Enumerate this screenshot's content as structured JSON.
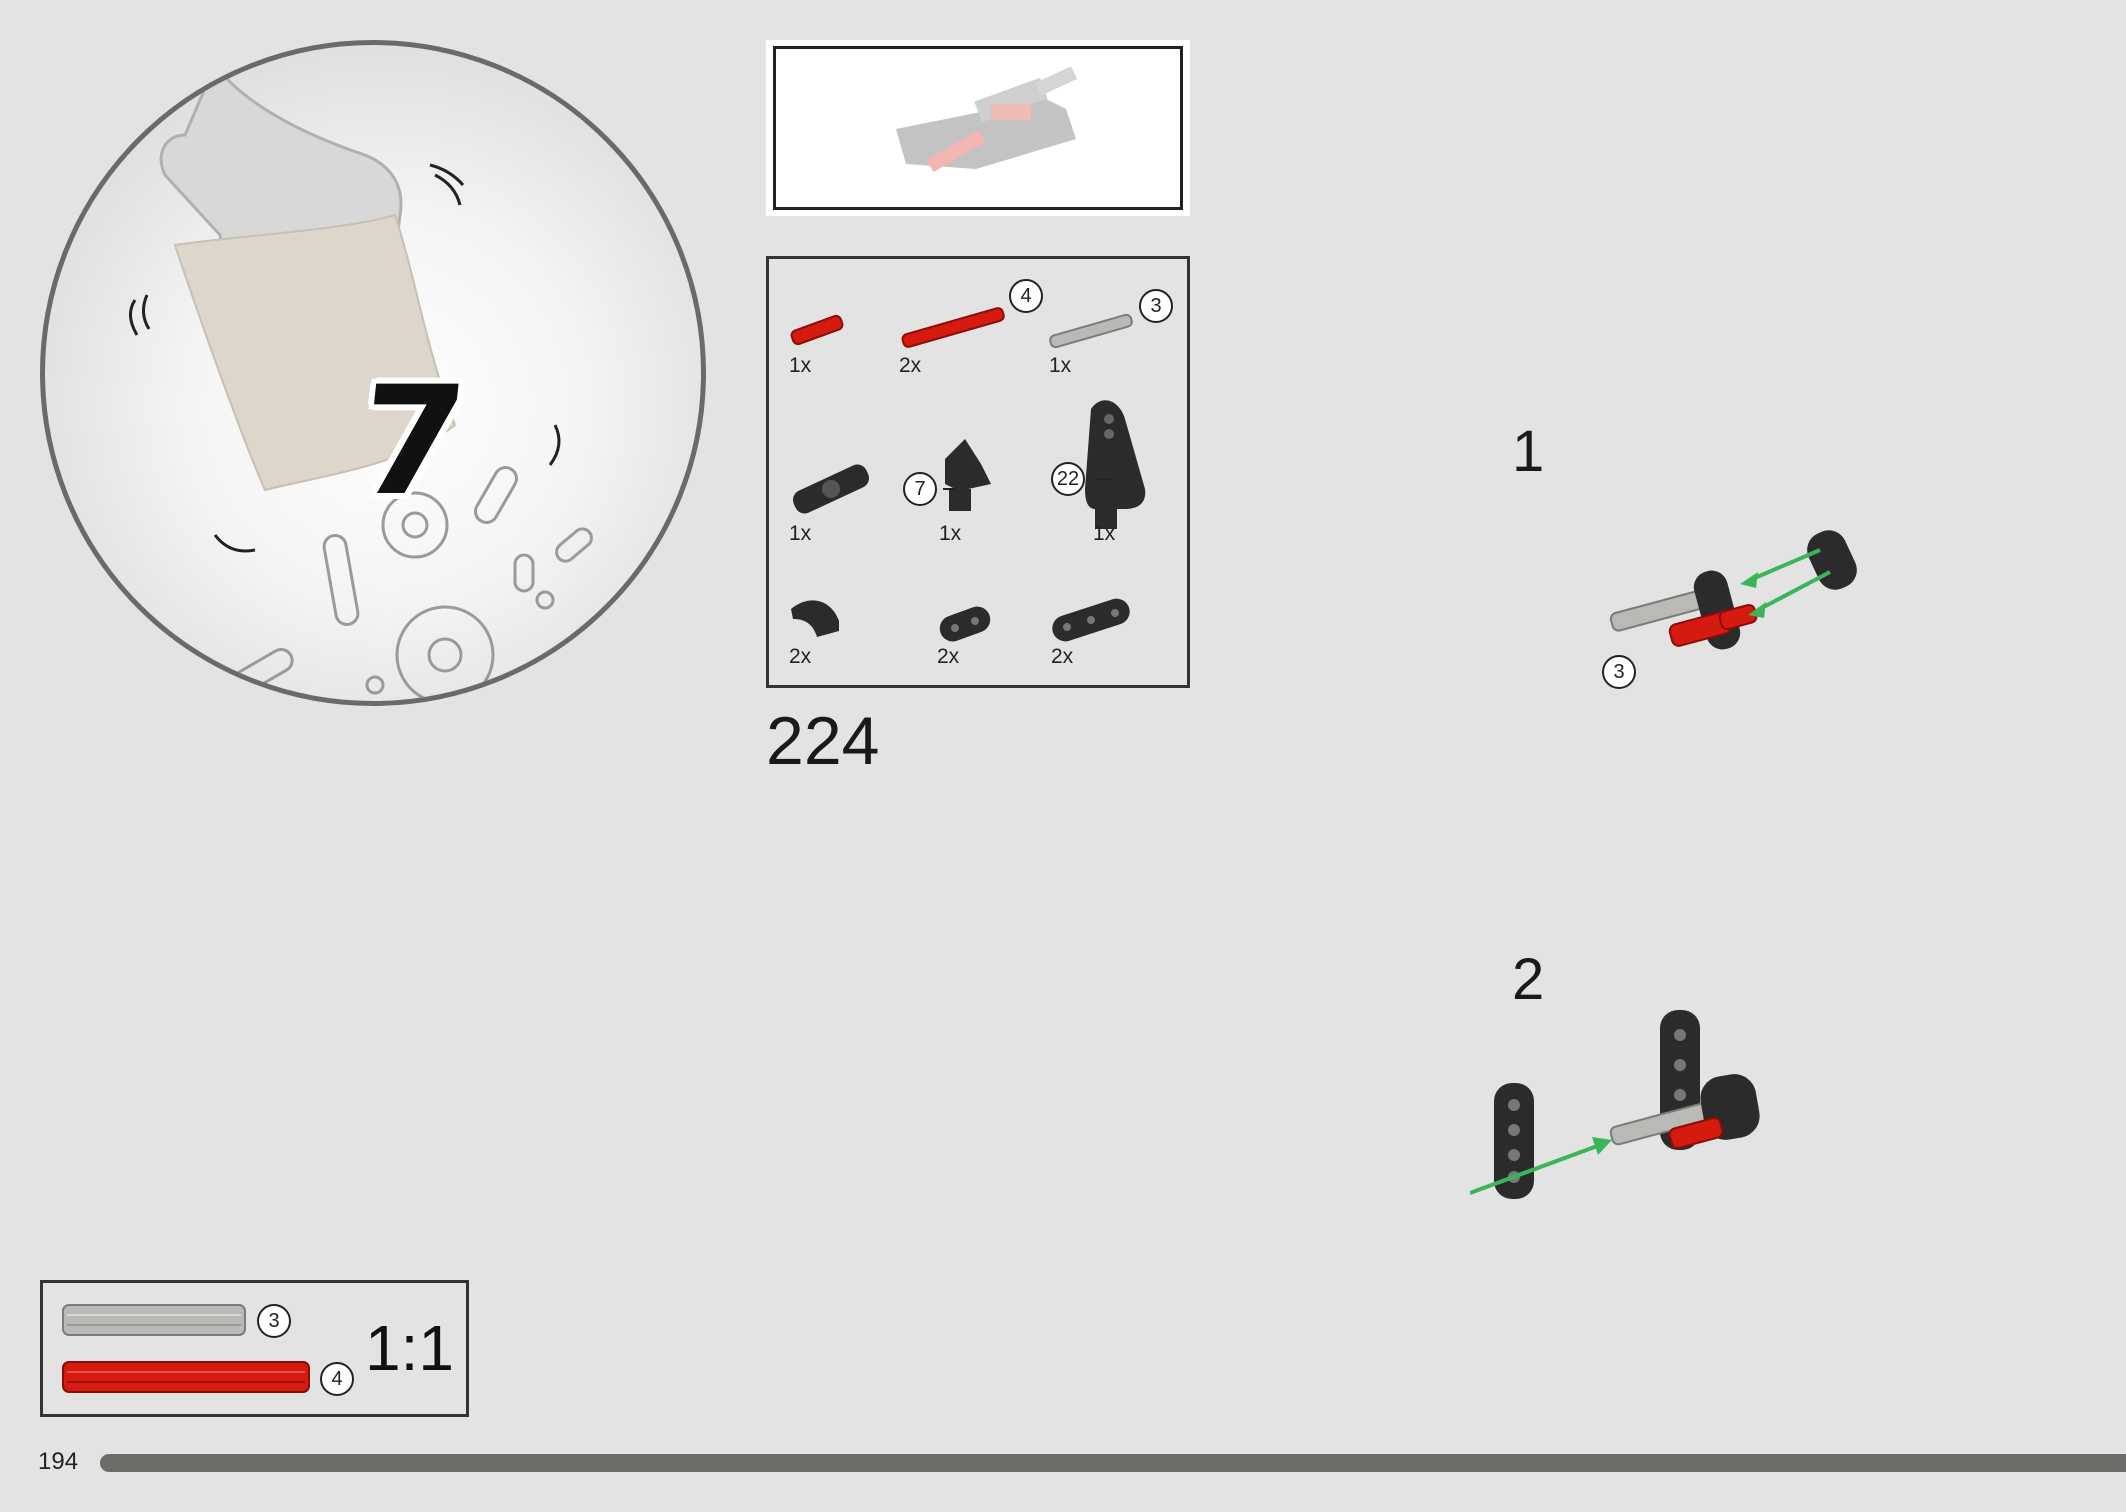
{
  "bag": {
    "number": "7"
  },
  "step_main": {
    "number": "224"
  },
  "parts_list": {
    "items": [
      {
        "qty": "1x",
        "icon": "red-axle-short",
        "callout": ""
      },
      {
        "qty": "2x",
        "icon": "red-axle-4",
        "callout": "4"
      },
      {
        "qty": "1x",
        "icon": "grey-axle-3",
        "callout": "3"
      },
      {
        "qty": "1x",
        "icon": "black-axle-connector",
        "callout": ""
      },
      {
        "qty": "1x",
        "icon": "black-panel-7",
        "callout": "7"
      },
      {
        "qty": "1x",
        "icon": "black-panel-22",
        "callout": "22"
      },
      {
        "qty": "2x",
        "icon": "black-curved-beam",
        "callout": ""
      },
      {
        "qty": "2x",
        "icon": "black-beam-2",
        "callout": ""
      },
      {
        "qty": "2x",
        "icon": "black-beam-3",
        "callout": ""
      }
    ]
  },
  "sub_steps": [
    {
      "number": "1",
      "callout": "3"
    },
    {
      "number": "2"
    }
  ],
  "scale_reference": {
    "grey_callout": "3",
    "red_callout": "4",
    "label": "1:1"
  },
  "page": {
    "number": "194"
  },
  "colors": {
    "background": "#e3e3e3",
    "red_part": "#d51a10",
    "grey_part": "#b9b9b6",
    "black_part": "#2b2b2b",
    "arrow_green": "#3cb55a",
    "progress": "#6e6c67"
  }
}
